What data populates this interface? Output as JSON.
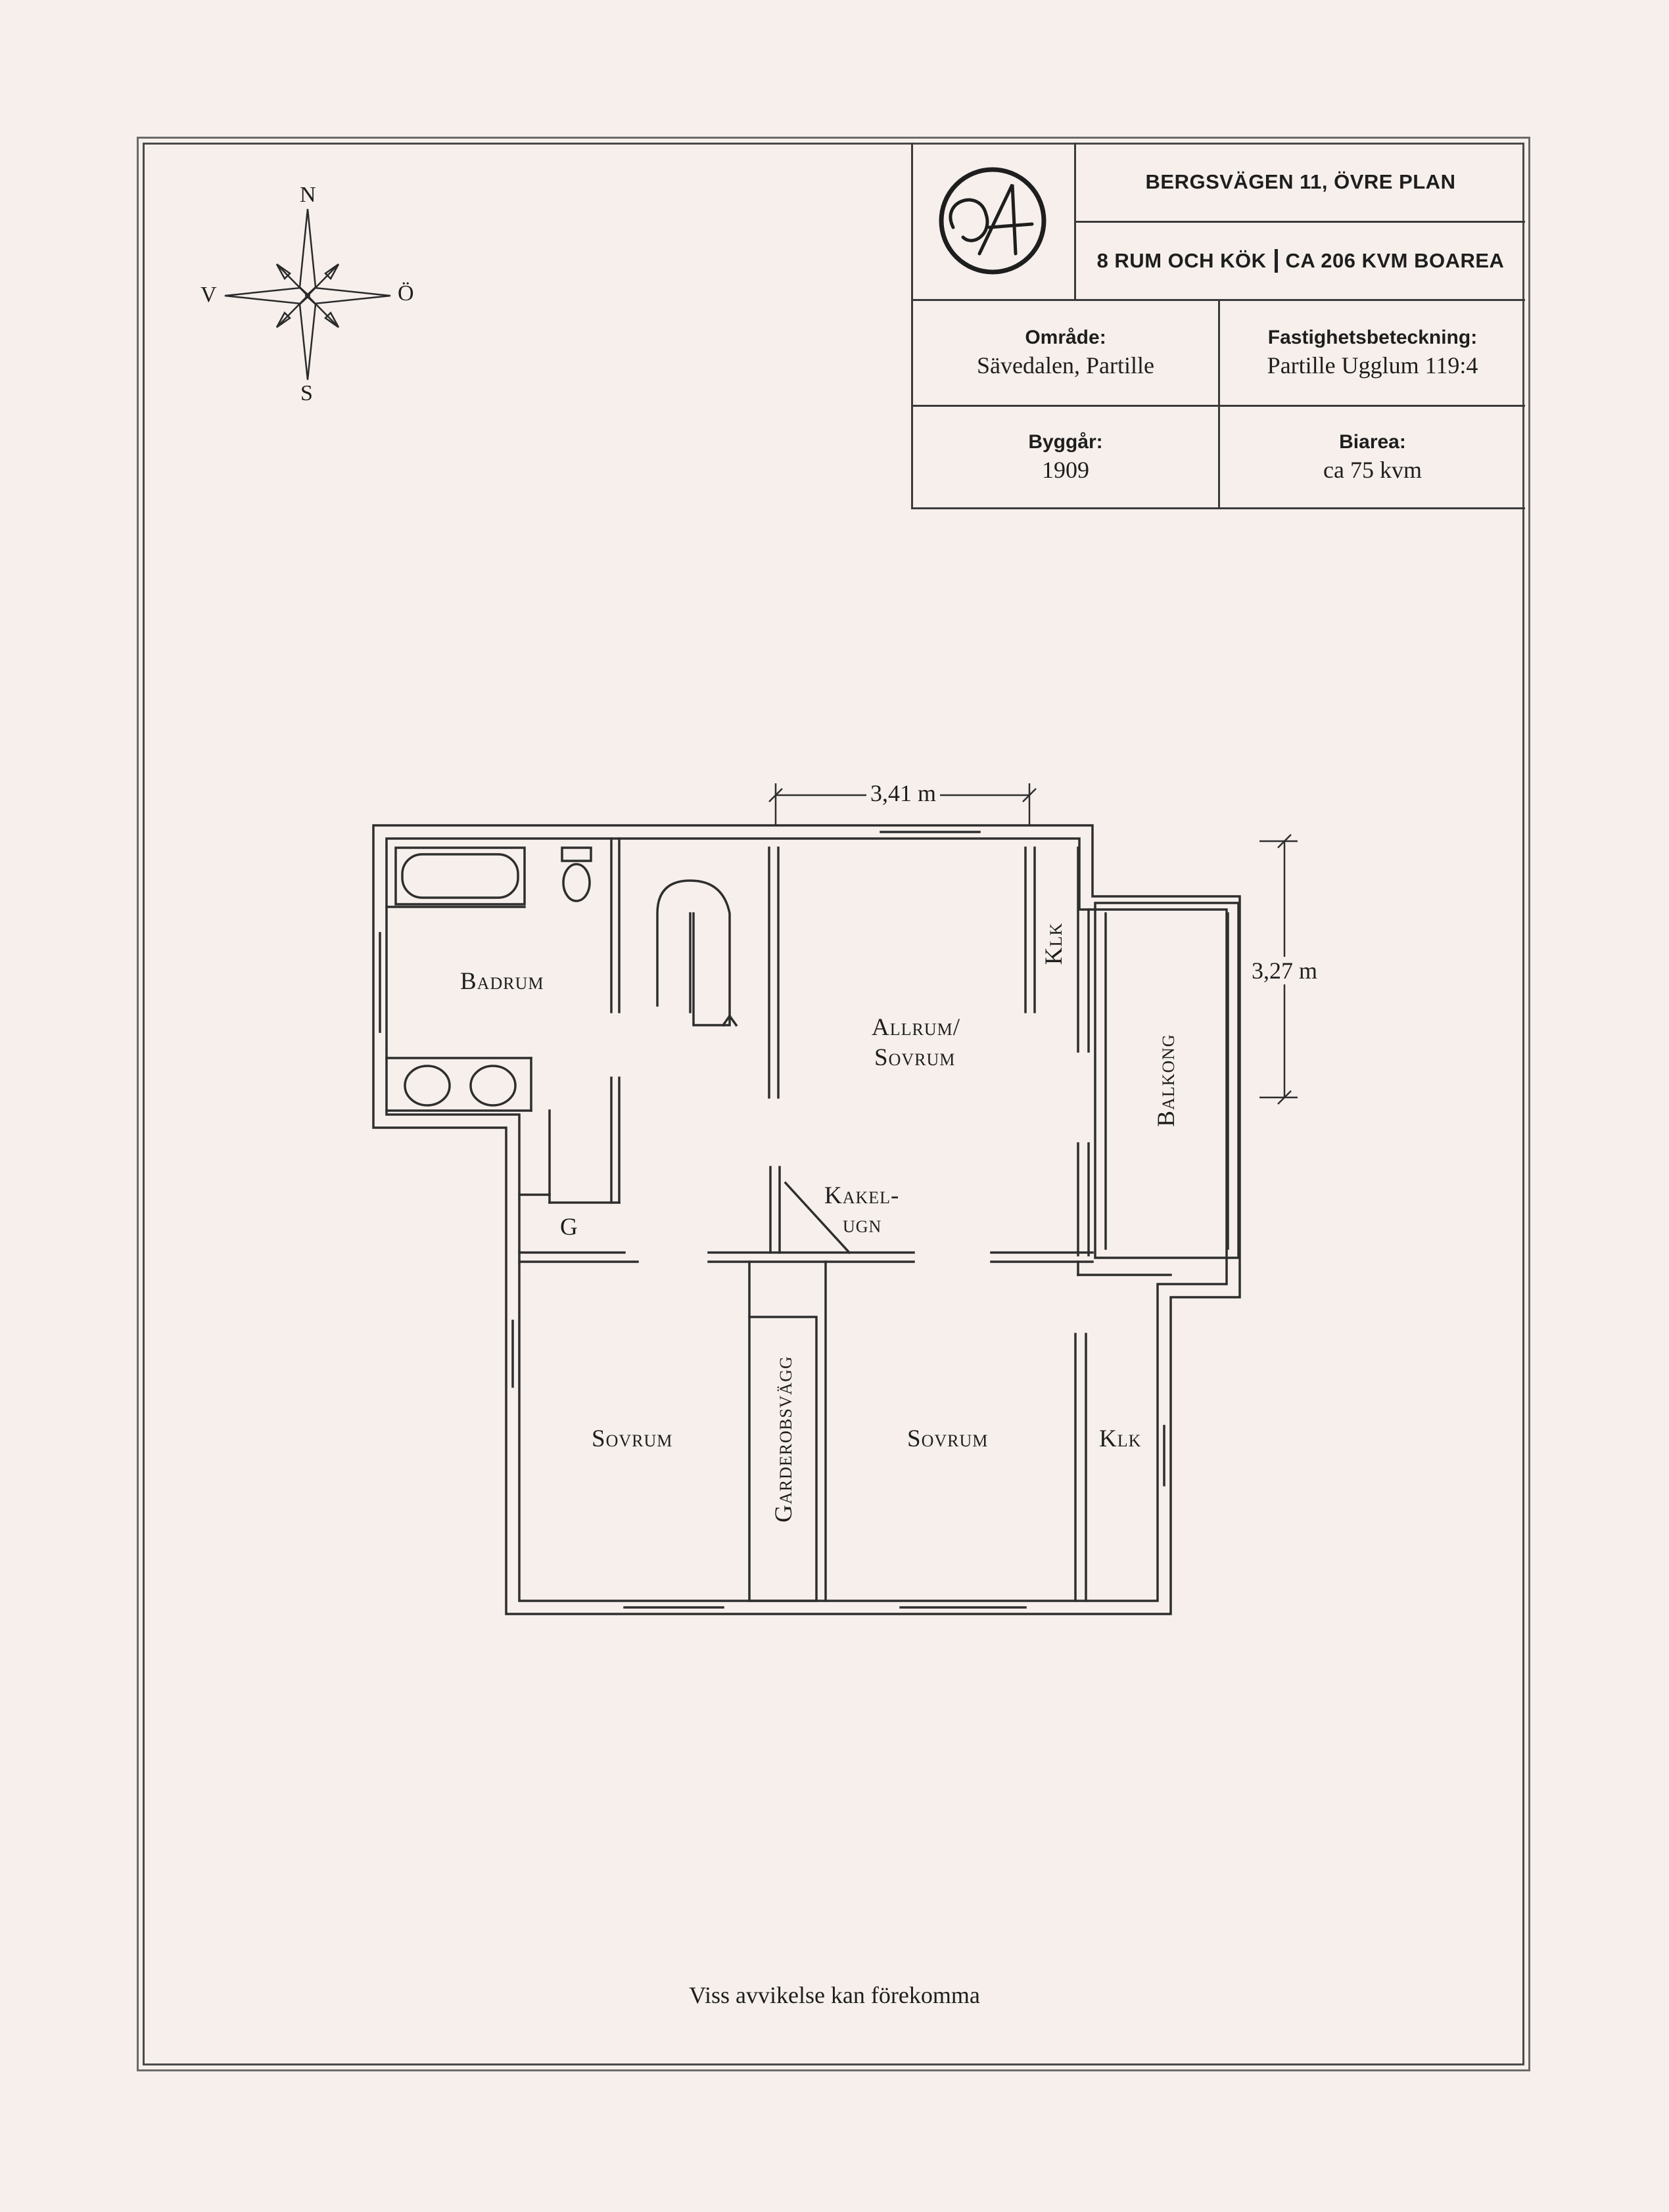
{
  "header": {
    "address": "BERGSVÄGEN 11, ÖVRE PLAN",
    "rooms": "8 RUM OCH KÖK",
    "area": "CA 206 KVM BOAREA"
  },
  "info": {
    "omrade_label": "Område:",
    "omrade_value": "Sävedalen, Partille",
    "fastighet_label": "Fastighetsbeteckning:",
    "fastighet_value": "Partille Ugglum 119:4",
    "byggar_label": "Byggår:",
    "byggar_value": "1909",
    "biarea_label": "Biarea:",
    "biarea_value": "ca 75 kvm"
  },
  "compass": {
    "n": "N",
    "s": "S",
    "e": "Ö",
    "w": "V"
  },
  "rooms": {
    "badrum": "Badrum",
    "allrum_1": "Allrum/",
    "allrum_2": "Sovrum",
    "klk_top": "Klk",
    "balkong": "Balkong",
    "kakel_1": "Kakel-",
    "kakel_2": "ugn",
    "g": "G",
    "sovrum_left": "Sovrum",
    "garderobsvagg": "Garderobsvägg",
    "sovrum_right": "Sovrum",
    "klk_bottom": "Klk"
  },
  "dimensions": {
    "width": "3,41 m",
    "depth": "3,27 m"
  },
  "disclaimer": "Viss avvikelse kan förekomma",
  "colors": {
    "background": "#f6efeb",
    "ink": "#2a2a2a"
  }
}
